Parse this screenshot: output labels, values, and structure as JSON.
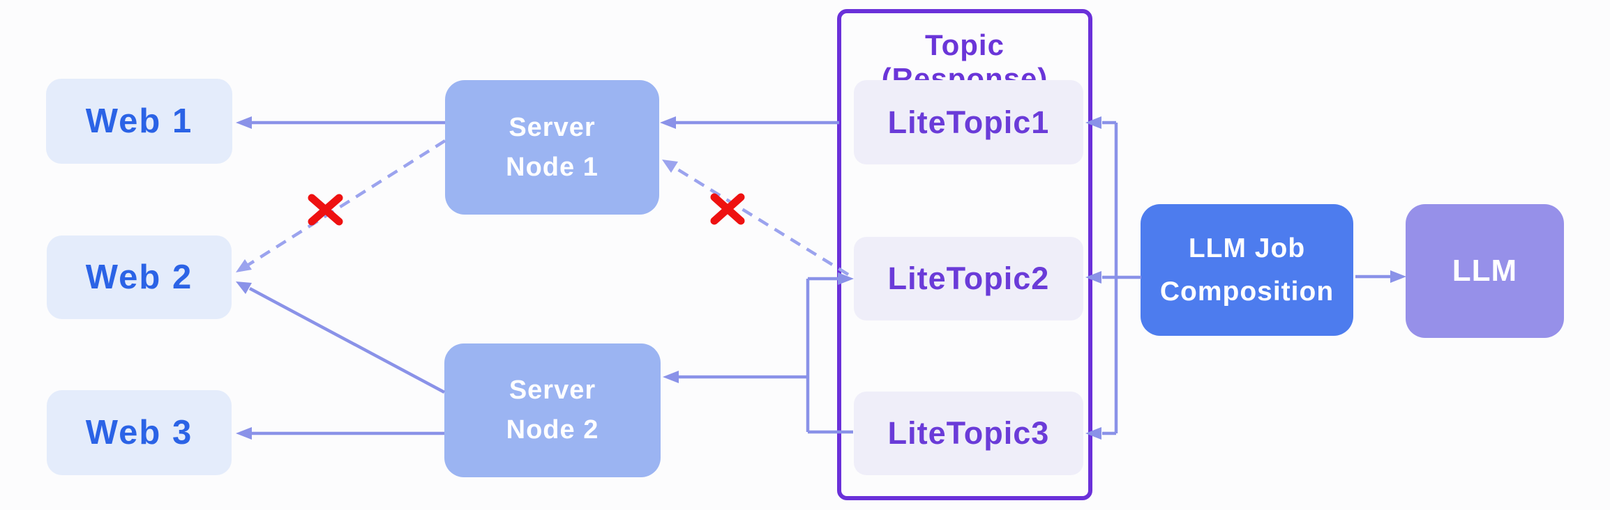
{
  "diagram": {
    "topic_group": {
      "title": "Topic (Response)"
    },
    "nodes": {
      "web1": "Web 1",
      "web2": "Web 2",
      "web3": "Web 3",
      "server_node_1": [
        "Server",
        "Node 1"
      ],
      "server_node_2": [
        "Server",
        "Node 2"
      ],
      "lite_topic_1": "LiteTopic1",
      "lite_topic_2": "LiteTopic2",
      "lite_topic_3": "LiteTopic3",
      "llm_job_composition": [
        "LLM Job",
        "Composition"
      ],
      "llm": "LLM"
    },
    "edges": [
      {
        "from": "LLM Job Composition",
        "to": "LLM",
        "style": "solid"
      },
      {
        "from": "LLM Job Composition",
        "to": "LiteTopic1",
        "style": "solid"
      },
      {
        "from": "LLM Job Composition",
        "to": "LiteTopic2",
        "style": "solid"
      },
      {
        "from": "LLM Job Composition",
        "to": "LiteTopic3",
        "style": "solid"
      },
      {
        "from": "LiteTopic1",
        "to": "Server Node 1",
        "style": "solid"
      },
      {
        "from": "LiteTopic2",
        "to": "Server Node 1",
        "style": "dashed",
        "status": "failed-crossed-out"
      },
      {
        "from": "LiteTopic2",
        "to": "Server Node 2",
        "style": "solid"
      },
      {
        "from": "LiteTopic3",
        "to": "Server Node 2",
        "style": "solid"
      },
      {
        "from": "Server Node 1",
        "to": "Web 1",
        "style": "solid"
      },
      {
        "from": "Server Node 1",
        "to": "Web 2",
        "style": "dashed",
        "status": "failed-crossed-out"
      },
      {
        "from": "Server Node 2",
        "to": "Web 2",
        "style": "solid"
      },
      {
        "from": "Server Node 2",
        "to": "Web 3",
        "style": "solid"
      }
    ],
    "failure_marks_count": 2
  },
  "colors": {
    "background": "#fcfcfd",
    "web_box_fill": "#e4ecfb",
    "web_text": "#2b63e6",
    "server_box_fill": "#9bb4f2",
    "topic_border": "#6a30d9",
    "topic_title_text": "#6a35d8",
    "lite_topic_fill": "#efeef9",
    "lite_topic_text": "#6a3bd8",
    "llm_job_fill": "#4d7cee",
    "llm_fill": "#9690e9",
    "node_text_light": "#ffffff",
    "connector": "#8a92e8",
    "connector_dashed": "#9ba3ee",
    "cross_mark": "#ee1111"
  }
}
